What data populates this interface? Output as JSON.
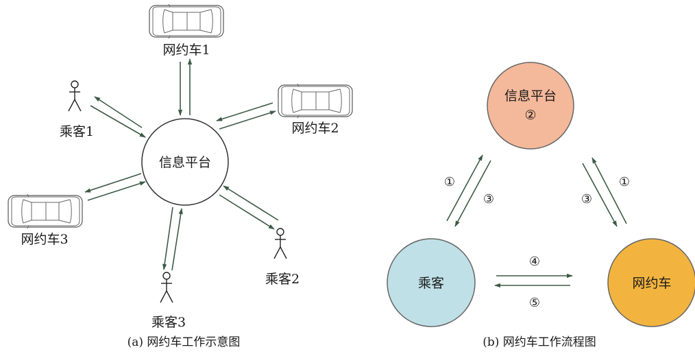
{
  "diagram_a": {
    "caption": "(a) 网约车工作示意图",
    "center": "信息平台",
    "car1": "网约车1",
    "car2": "网约车2",
    "car3": "网约车3",
    "passenger1": "乘客1",
    "passenger2": "乘客2",
    "passenger3": "乘客3"
  },
  "diagram_b": {
    "caption": "(b) 网约车工作流程图",
    "platform": "信息平台",
    "platform_step": "②",
    "passenger": "乘客",
    "car": "网约车",
    "left_up": "①",
    "left_down": "③",
    "right_down": "①",
    "right_up": "③",
    "bottom_right": "④",
    "bottom_left": "⑤",
    "colors": {
      "platform": "#f4b89a",
      "passenger": "#bfe0e6",
      "car": "#f2b43f",
      "arrow": "#3d5a45"
    }
  }
}
